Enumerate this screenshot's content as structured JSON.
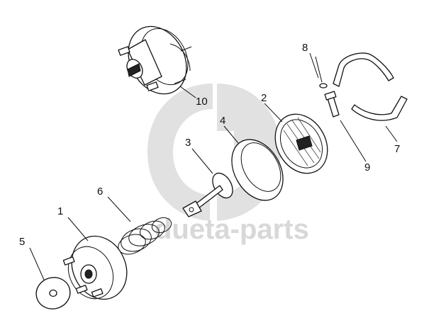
{
  "watermark": {
    "text": "dueta-parts",
    "color": "#c8c8c8"
  },
  "callouts": {
    "c1": "1",
    "c2": "2",
    "c3": "3",
    "c4": "4",
    "c5": "5",
    "c6": "6",
    "c7": "7",
    "c8": "8",
    "c9": "9",
    "c10": "10"
  }
}
